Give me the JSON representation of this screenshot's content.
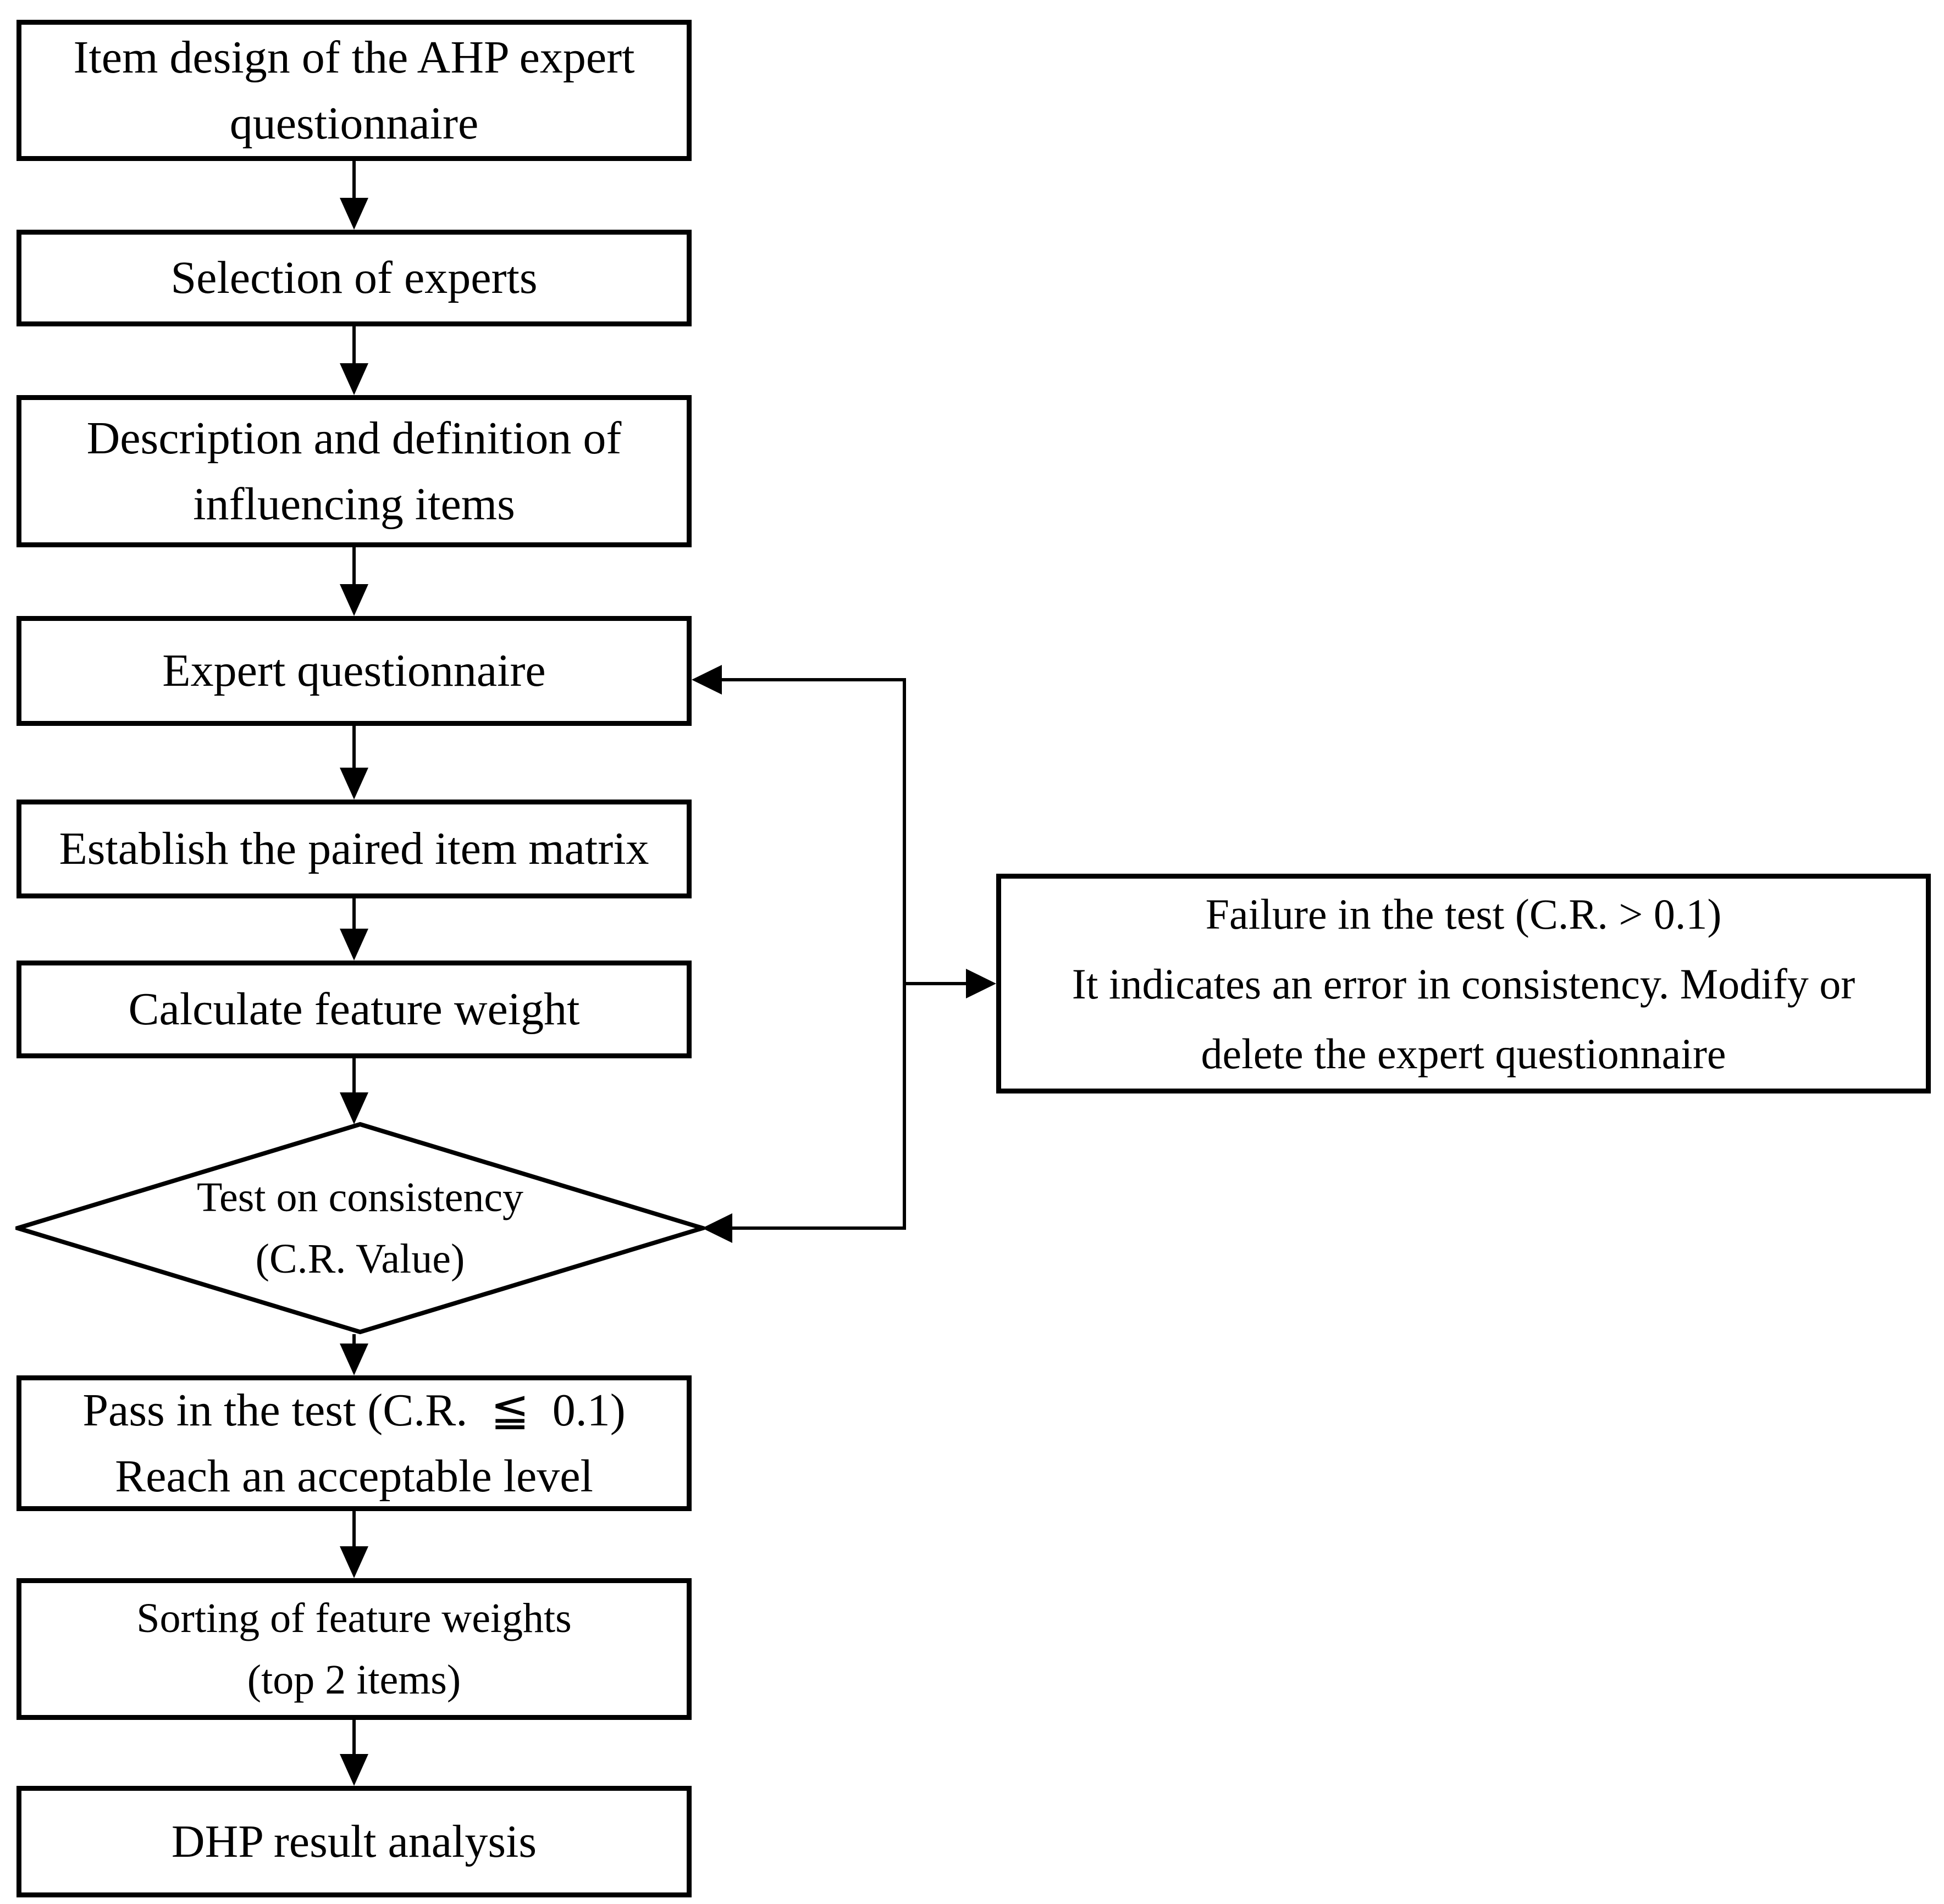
{
  "canvas": {
    "background": "#ffffff",
    "line_color": "#000000"
  },
  "flowchart": {
    "nodes": {
      "item_design": {
        "label": "Item design of the AHP expert\nquestionnaire"
      },
      "selection": {
        "label": "Selection of experts"
      },
      "description": {
        "label": "Description and definition of\ninfluencing items"
      },
      "expert_questionnaire": {
        "label": "Expert questionnaire"
      },
      "paired_matrix": {
        "label": "Establish the paired item matrix"
      },
      "feature_weight": {
        "label": "Calculate feature weight"
      },
      "consistency_test": {
        "label": "Test on consistency\n(C.R. Value)"
      },
      "pass_test": {
        "label": "Pass in the test (C.R.  ≦  0.1)\nReach an acceptable level"
      },
      "sorting": {
        "label": "Sorting of feature weights\n(top 2 items)"
      },
      "dhp_result": {
        "label": "DHP result analysis"
      },
      "failure": {
        "label": "Failure in the test (C.R. > 0.1)\nIt indicates an error in consistency. Modify or\ndelete the expert questionnaire"
      }
    }
  }
}
